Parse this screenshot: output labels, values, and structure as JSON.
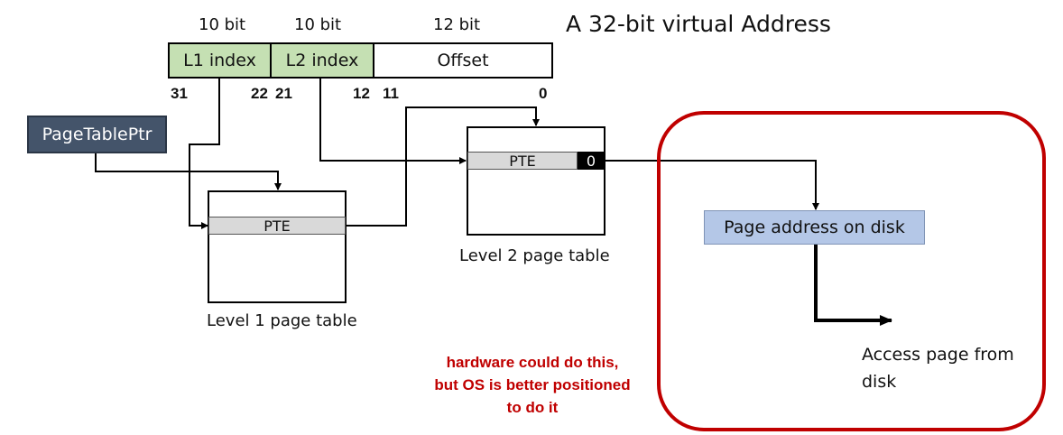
{
  "address": {
    "title": "A 32-bit virtual Address",
    "bit_widths": [
      "10 bit",
      "10 bit",
      "12 bit"
    ],
    "fields": [
      "L1 index",
      "L2 index",
      "Offset"
    ],
    "bit_numbers": [
      "31",
      "22",
      "21",
      "12",
      "11",
      "0"
    ]
  },
  "page_table_ptr": "PageTablePtr",
  "level1": {
    "entry": "PTE",
    "caption": "Level 1 page table"
  },
  "level2": {
    "entry": "PTE",
    "valid_bit": "0",
    "caption": "Level 2 page table"
  },
  "disk": {
    "box_label": "Page address on disk",
    "access_label": "Access page from disk"
  },
  "note": [
    "hardware could do this,",
    "but OS is better positioned",
    "to do it"
  ],
  "colors": {
    "green_field": "#c5e0b3",
    "pointer_box": "#44546a",
    "pte": "#d9d9d9",
    "disk_box": "#b4c7e7",
    "red": "#c00000"
  }
}
